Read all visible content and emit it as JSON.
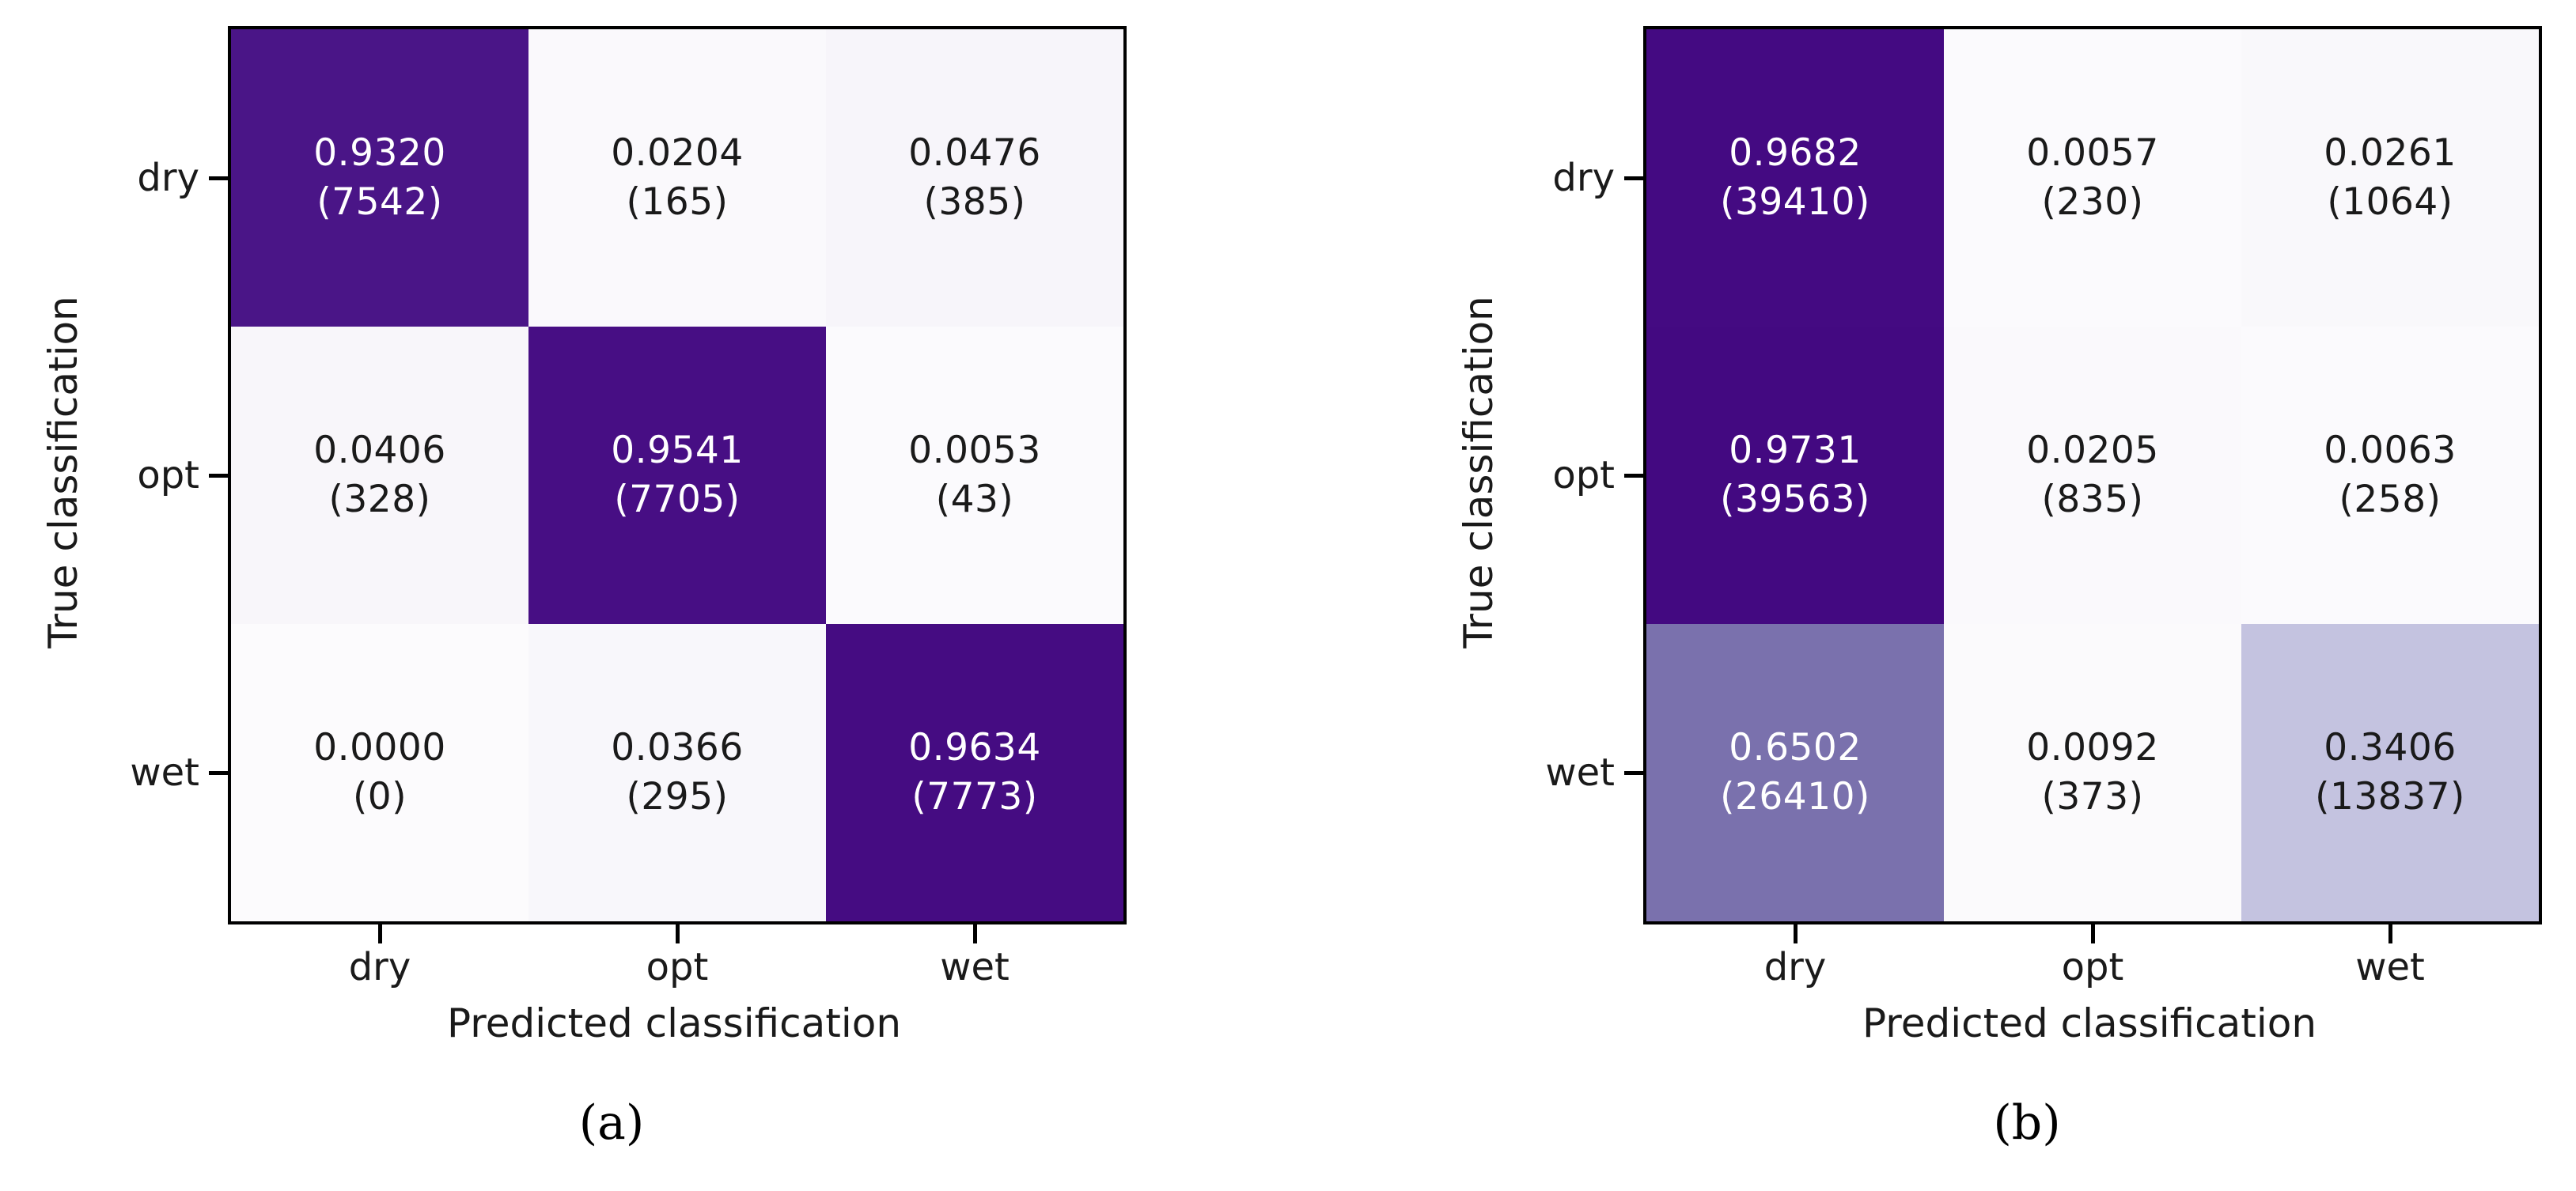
{
  "figure": {
    "ylabel": "True classification",
    "xlabel": "Predicted classification"
  },
  "colors": {
    "colormap_low": "#fcfbfd",
    "colormap_high": "#3f007d",
    "spine": "#000000",
    "text_dark": "#1a1a1a",
    "text_light": "#ffffff"
  },
  "chart_data": [
    {
      "type": "heatmap",
      "title": "(a)",
      "xlabel": "Predicted classification",
      "ylabel": "True classification",
      "x_categories": [
        "dry",
        "opt",
        "wet"
      ],
      "y_categories": [
        "dry",
        "opt",
        "wet"
      ],
      "values": [
        [
          0.932,
          0.0204,
          0.0476
        ],
        [
          0.0406,
          0.9541,
          0.0053
        ],
        [
          0.0,
          0.0366,
          0.9634
        ]
      ],
      "counts": [
        [
          7542,
          165,
          385
        ],
        [
          328,
          7705,
          43
        ],
        [
          0,
          295,
          7773
        ]
      ],
      "value_range": [
        0,
        1
      ],
      "colormap": "Purples",
      "legend": "none",
      "grid": false
    },
    {
      "type": "heatmap",
      "title": "(b)",
      "xlabel": "Predicted classification",
      "ylabel": "True classification",
      "x_categories": [
        "dry",
        "opt",
        "wet"
      ],
      "y_categories": [
        "dry",
        "opt",
        "wet"
      ],
      "values": [
        [
          0.9682,
          0.0057,
          0.0261
        ],
        [
          0.9731,
          0.0205,
          0.0063
        ],
        [
          0.6502,
          0.0092,
          0.3406
        ]
      ],
      "counts": [
        [
          39410,
          230,
          1064
        ],
        [
          39563,
          835,
          258
        ],
        [
          26410,
          373,
          13837
        ]
      ],
      "value_range": [
        0,
        1
      ],
      "colormap": "Purples",
      "legend": "none",
      "grid": false
    }
  ],
  "panels": [
    {
      "caption": "(a)",
      "ylabel": "True classification",
      "xlabel": "Predicted classification",
      "rows": [
        "dry",
        "opt",
        "wet"
      ],
      "cols": [
        "dry",
        "opt",
        "wet"
      ],
      "cells": [
        {
          "value": "0.9320",
          "count": "(7542)",
          "bg": "#4a1587",
          "fg": "#ffffff"
        },
        {
          "value": "0.0204",
          "count": "(165)",
          "bg": "#faf9fc",
          "fg": "#1a1a1a"
        },
        {
          "value": "0.0476",
          "count": "(385)",
          "bg": "#f7f5fa",
          "fg": "#1a1a1a"
        },
        {
          "value": "0.0406",
          "count": "(328)",
          "bg": "#f8f6fa",
          "fg": "#1a1a1a"
        },
        {
          "value": "0.9541",
          "count": "(7705)",
          "bg": "#470e84",
          "fg": "#ffffff"
        },
        {
          "value": "0.0053",
          "count": "(43)",
          "bg": "#fbfafd",
          "fg": "#1a1a1a"
        },
        {
          "value": "0.0000",
          "count": "(0)",
          "bg": "#fcfbfd",
          "fg": "#1a1a1a"
        },
        {
          "value": "0.0366",
          "count": "(295)",
          "bg": "#f8f7fb",
          "fg": "#1a1a1a"
        },
        {
          "value": "0.9634",
          "count": "(7773)",
          "bg": "#450c82",
          "fg": "#ffffff"
        }
      ]
    },
    {
      "caption": "(b)",
      "ylabel": "True classification",
      "xlabel": "Predicted classification",
      "rows": [
        "dry",
        "opt",
        "wet"
      ],
      "cols": [
        "dry",
        "opt",
        "wet"
      ],
      "cells": [
        {
          "value": "0.9682",
          "count": "(39410)",
          "bg": "#440a82",
          "fg": "#ffffff"
        },
        {
          "value": "0.0057",
          "count": "(230)",
          "bg": "#fbfafd",
          "fg": "#1a1a1a"
        },
        {
          "value": "0.0261",
          "count": "(1064)",
          "bg": "#f9f8fb",
          "fg": "#1a1a1a"
        },
        {
          "value": "0.9731",
          "count": "(39563)",
          "bg": "#430981",
          "fg": "#ffffff"
        },
        {
          "value": "0.0205",
          "count": "(835)",
          "bg": "#faf9fc",
          "fg": "#1a1a1a"
        },
        {
          "value": "0.0063",
          "count": "(258)",
          "bg": "#fbfafd",
          "fg": "#1a1a1a"
        },
        {
          "value": "0.6502",
          "count": "(26410)",
          "bg": "#7a71ad",
          "fg": "#ffffff"
        },
        {
          "value": "0.0092",
          "count": "(373)",
          "bg": "#fbfafc",
          "fg": "#1a1a1a"
        },
        {
          "value": "0.3406",
          "count": "(13837)",
          "bg": "#c4c3e0",
          "fg": "#1a1a1a"
        }
      ]
    }
  ]
}
